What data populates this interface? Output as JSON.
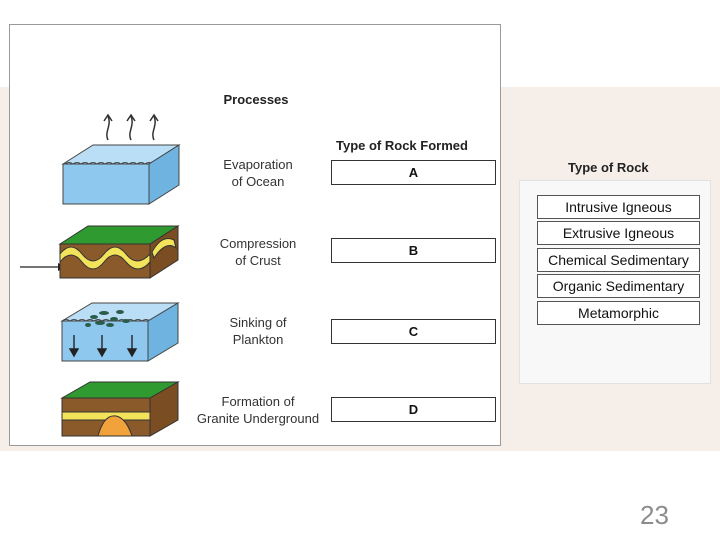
{
  "processes_title": "Processes",
  "type_formed_title": "Type of Rock Formed",
  "type_of_rock_title": "Type of Rock",
  "processes": [
    {
      "line1": "Evaporation",
      "line2": "of Ocean",
      "answer": "A"
    },
    {
      "line1": "Compression",
      "line2": "of Crust",
      "answer": "B"
    },
    {
      "line1": "Sinking of",
      "line2": "Plankton",
      "answer": "C"
    },
    {
      "line1": "Formation of",
      "line2": "Granite Underground",
      "answer": "D"
    }
  ],
  "rock_types": [
    "Intrusive Igneous",
    "Extrusive Igneous",
    "Chemical Sedimentary",
    "Organic Sedimentary",
    "Metamorphic"
  ],
  "page_number": "23",
  "colors": {
    "water": "#8fc8ee",
    "grass": "#2f9a2f",
    "soil": "#8a5a2b",
    "sand": "#f2e35a",
    "magma": "#f2a23a"
  }
}
